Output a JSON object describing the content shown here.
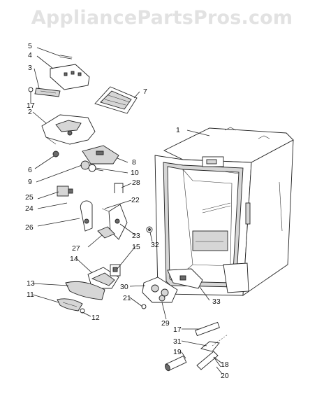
{
  "watermark": "AppliancePartsPros.com",
  "callouts": [
    "1",
    "2",
    "3",
    "4",
    "5",
    "6",
    "7",
    "8",
    "9",
    "10",
    "11",
    "12",
    "13",
    "14",
    "15",
    "17",
    "17",
    "18",
    "19",
    "20",
    "21",
    "22",
    "23",
    "24",
    "25",
    "26",
    "27",
    "28",
    "29",
    "30",
    "31",
    "32",
    "33"
  ]
}
